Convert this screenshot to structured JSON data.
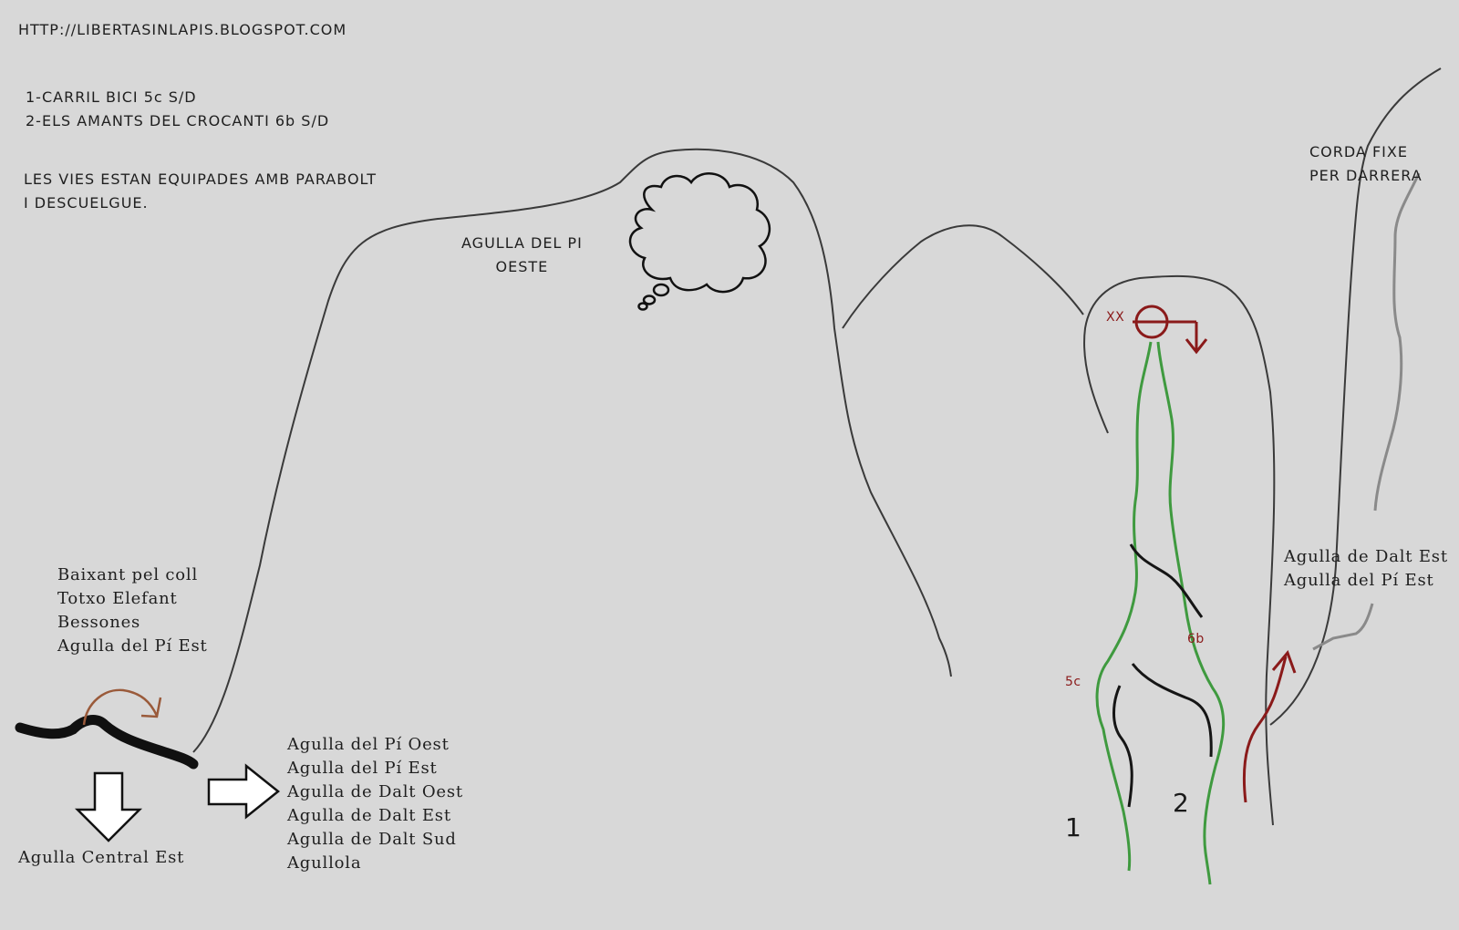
{
  "header": {
    "url": "HTTP://LIBERTASINLAPIS.BLOGSPOT.COM"
  },
  "routes_info": {
    "lines": [
      "1-CARRIL BICI 5c S/D",
      "2-ELS AMANTS DEL CROCANTI 6b S/D"
    ]
  },
  "equipment_note": {
    "lines": [
      "LES VIES ESTAN EQUIPADES AMB PARABOLT",
      "I DESCUELGUE."
    ]
  },
  "peak_label": {
    "lines": [
      "AGULLA DEL PI",
      "OESTE"
    ]
  },
  "fixed_rope": {
    "lines": [
      "CORDA FIXE",
      "PER DARRERA"
    ]
  },
  "descent_coll": {
    "lines": [
      "Baixant pel coll",
      "Totxo Elefant",
      "Bessones",
      "Agulla del Pí Est"
    ]
  },
  "south_label": "Agulla Central Est",
  "east_list": {
    "lines": [
      "Agulla del Pí Oest",
      "Agulla del Pí Est",
      "Agulla de Dalt Oest",
      "Agulla de Dalt Est",
      "Agulla de Dalt Sud",
      "Agullola"
    ]
  },
  "right_label": {
    "lines": [
      "Agulla de Dalt Est",
      "Agulla del Pí Est"
    ]
  },
  "route_grades": {
    "route1": "5c",
    "route2": "6b"
  },
  "anchor_label": "XX",
  "route_numbers": {
    "route1": "1",
    "route2": "2"
  },
  "colors": {
    "background": "#d8d8d8",
    "outline": "#3a3a3a",
    "route": "#3f9a3f",
    "anchor": "#8a1a1a",
    "arrow_brown": "#9a5a3a",
    "rope_gray": "#8a8a8a"
  }
}
